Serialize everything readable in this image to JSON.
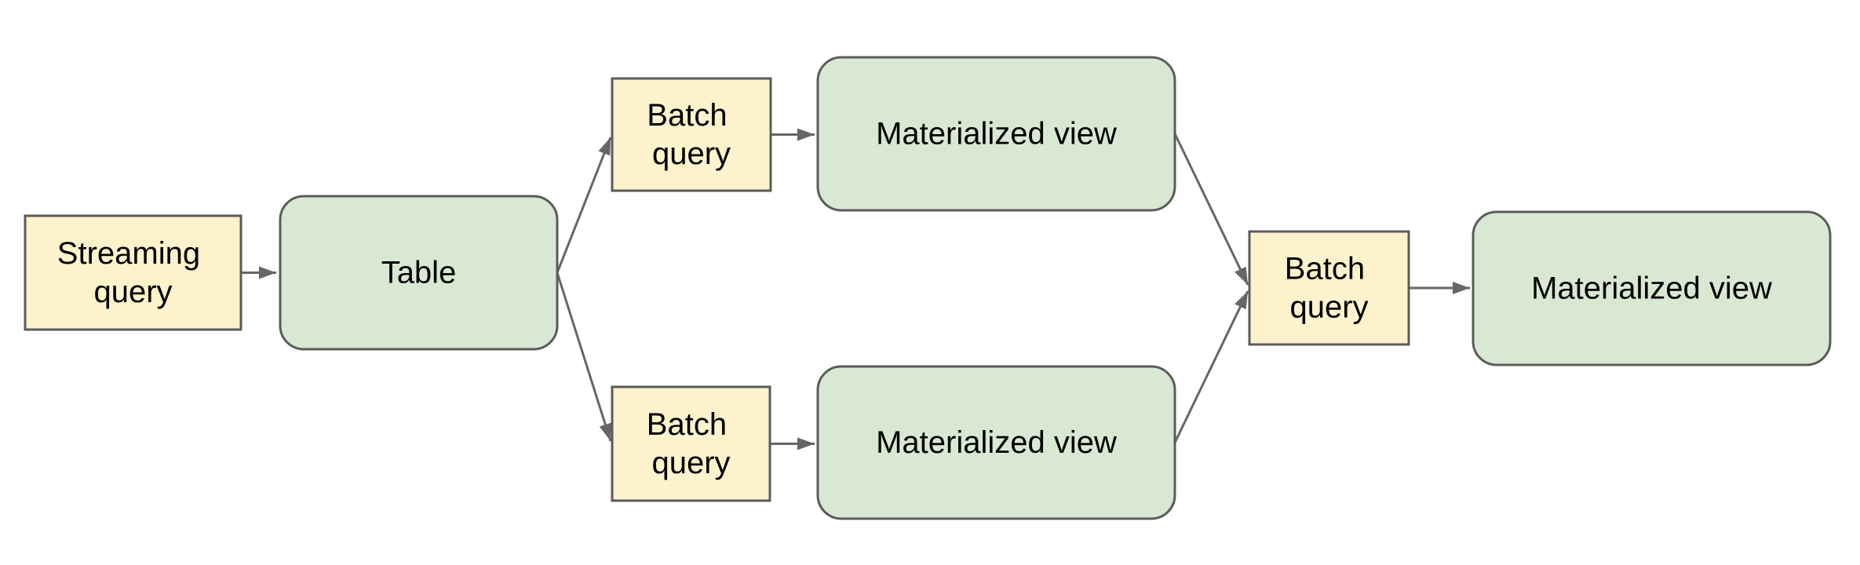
{
  "diagram": {
    "description": "Streaming and batch query materialization pipeline flowchart",
    "colors": {
      "background": "#ffffff",
      "yellow_fill": "#fcf2cc",
      "green_fill": "#d9e8d2",
      "border": "#5b5b5b",
      "connector": "#666666",
      "text": "#000000"
    },
    "nodes": {
      "streaming_query": {
        "label": "Streaming query",
        "lines": [
          "Streaming",
          "query"
        ],
        "shape": "rectangle",
        "fill": "yellow"
      },
      "table": {
        "label": "Table",
        "lines": [
          "Table"
        ],
        "shape": "rounded-rectangle",
        "fill": "green"
      },
      "batch_query_top": {
        "label": "Batch query",
        "lines": [
          "Batch",
          "query"
        ],
        "shape": "rectangle",
        "fill": "yellow"
      },
      "mv_top": {
        "label": "Materialized view",
        "lines": [
          "Materialized view"
        ],
        "shape": "rounded-rectangle",
        "fill": "green"
      },
      "batch_query_bottom": {
        "label": "Batch query",
        "lines": [
          "Batch",
          "query"
        ],
        "shape": "rectangle",
        "fill": "yellow"
      },
      "mv_bottom": {
        "label": "Materialized view",
        "lines": [
          "Materialized view"
        ],
        "shape": "rounded-rectangle",
        "fill": "green"
      },
      "batch_query_right": {
        "label": "Batch query",
        "lines": [
          "Batch",
          "query"
        ],
        "shape": "rectangle",
        "fill": "yellow"
      },
      "mv_right": {
        "label": "Materialized view",
        "lines": [
          "Materialized view"
        ],
        "shape": "rounded-rectangle",
        "fill": "green"
      }
    },
    "connections": [
      {
        "from": "Streaming query",
        "to": "Table"
      },
      {
        "from": "Table",
        "to": "Batch query (top)"
      },
      {
        "from": "Table",
        "to": "Batch query (bottom)"
      },
      {
        "from": "Batch query (top)",
        "to": "Materialized view (top)"
      },
      {
        "from": "Batch query (bottom)",
        "to": "Materialized view (bottom)"
      },
      {
        "from": "Materialized view (top)",
        "to": "Batch query (right)"
      },
      {
        "from": "Materialized view (bottom)",
        "to": "Batch query (right)"
      },
      {
        "from": "Batch query (right)",
        "to": "Materialized view (right)"
      }
    ]
  }
}
